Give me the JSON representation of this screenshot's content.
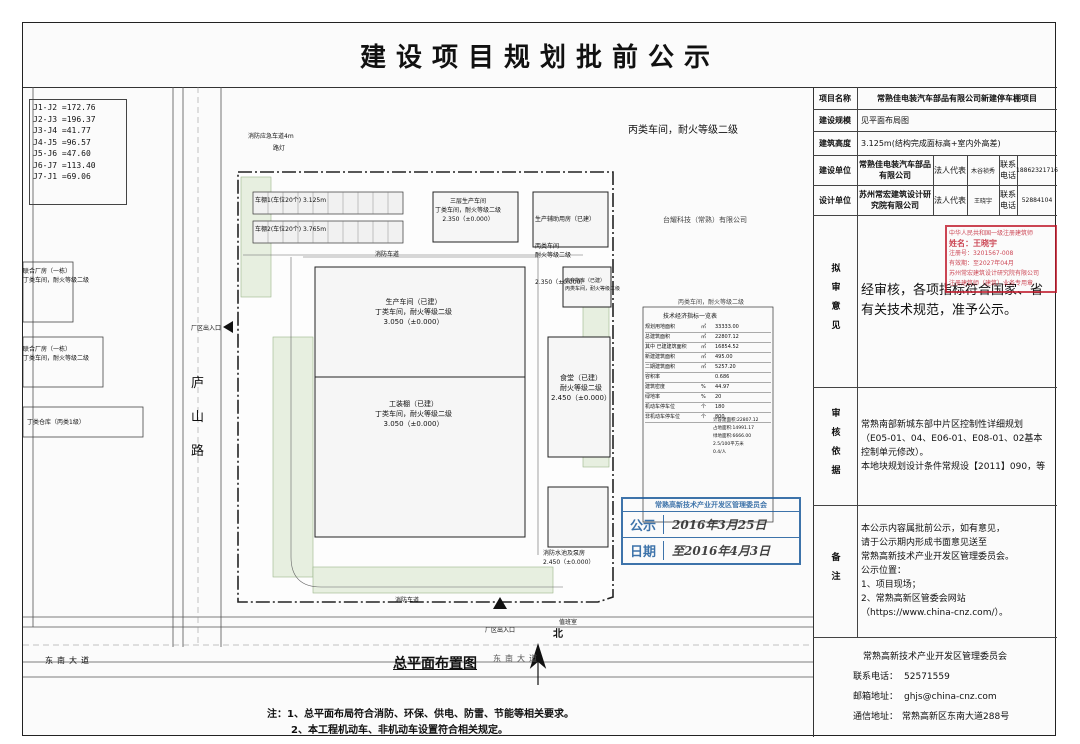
{
  "title": "建设项目规划批前公示",
  "coords": {
    "lines": [
      "J1-J2 =172.76",
      "J2-J3 =196.37",
      "J3-J4 =41.77",
      "J4-J5 =96.57",
      "J5-J6 =47.60",
      "J6-J7 =113.40",
      "J7-J1 =69.06"
    ]
  },
  "plan": {
    "heading": "总平面布置图",
    "north": "北",
    "road_west": "庐山路",
    "road_south": "东南大道",
    "road_south_label": "东南大道",
    "neighbor_top": "丙类车间，耐火等级二级",
    "neighbor_right": "台耀科技（常熟）有限公司",
    "neighbor_right2": "丙类车间，耐火等级二级",
    "neighbor_left1": "联合厂房（一栋）\n丁类车间，耐火等级二级",
    "neighbor_left2": "联合厂房（一栋）\n丁类车间，耐火等级二级",
    "neighbor_left3": "丁类仓库（丙类1级）",
    "gate_west": "厂区出入口",
    "gate_south": "厂区出入口",
    "gate_south2": "值班室",
    "buildings": [
      {
        "name": "生产车间（已建）",
        "sub": "丁类车间，耐火等级二级",
        "elev": "3.050（±0.000）"
      },
      {
        "name": "工装棚（已建）",
        "sub": "丁类车间，耐火等级二级",
        "elev": "3.050（±0.000）"
      },
      {
        "name": "食堂（已建）",
        "sub": "耐火等级二级",
        "elev": "2.450（±0.000）"
      },
      {
        "name": "三层生产车间",
        "sub": "丁类车间，耐火等级二级",
        "elev": "2.350（±0.000）"
      },
      {
        "name": "生产辅助用房（已建）",
        "sub": "丙类车间\n耐火等级二级",
        "elev": "2.350（±0.000）"
      },
      {
        "name": "废弃物库（已建）",
        "sub": "丙类车间，耐火等级二级",
        "elev": ""
      },
      {
        "name": "消防水池及泵房",
        "sub": "",
        "elev": "2.450（±0.000）"
      }
    ],
    "carports": [
      "车棚1(车位20个) 3.125m",
      "车棚2(车位20个) 3.765m"
    ],
    "road_label": "消防车道",
    "fire_road_label_bottom": "消防车道",
    "road_cutout": "消防应急车道4m",
    "guard_label": "路灯",
    "tech_table": {
      "title": "技术经济指标一览表",
      "rows": [
        [
          "规划用地面积",
          "㎡",
          "33333.00"
        ],
        [
          "总建筑面积",
          "㎡",
          "22807.12"
        ],
        [
          "其中  已建建筑面积",
          "㎡",
          "16854.52"
        ],
        [
          "新建建筑面积",
          "㎡",
          "495.00"
        ],
        [
          "二期建筑面积",
          "㎡",
          "5257.20"
        ],
        [
          "容积率",
          "",
          "0.686"
        ],
        [
          "建筑密度",
          "%",
          "44.97"
        ],
        [
          "绿地率",
          "%",
          "20"
        ],
        [
          "机动车停车位",
          "个",
          "180"
        ],
        [
          "非机动车停车位",
          "个",
          "800"
        ]
      ],
      "extra": [
        "计容建面积:22807.12",
        "占地面积:14991.17",
        "绿地面积:6666.00",
        "2.5/100平方米",
        "0.4/人"
      ]
    },
    "notes": {
      "head": "注：",
      "line1": "1、总平面布局符合消防、环保、供电、防雷、节能等相关要求。",
      "line2": "2、本工程机动车、非机动车设置符合相关规定。"
    },
    "blue_stamp": {
      "header": "常熟高新技术产业开发区管理委员会",
      "line1_label": "公示",
      "line1": "2016年3月25日",
      "line2_label": "日期",
      "line2": "至2016年4月3日"
    },
    "red_stamp": {
      "line1": "中华人民共和国一级注册建筑师",
      "line2": "姓名：王晓宇",
      "line3": "注册号：3201567-008",
      "line4": "有效期：至2027年04月",
      "line5": "苏州常宏建筑设计研究院有限公司",
      "line6": "注册建筑师（建筑）业务专用章"
    }
  },
  "table": {
    "project_label": "项目名称",
    "project_value": "常熟佳电装汽车部品有限公司新建停车棚项目",
    "scale_label": "建设规模",
    "scale_value": "见平面布局图",
    "height_label": "建筑高度",
    "height_value": "3.125m(结构完成面标高+室内外高差)",
    "builder_label": "建设单位",
    "builder_value": "常熟佳电装汽车部品有限公司",
    "rep_label": "法人代表",
    "rep_value": "木谷祯秀",
    "contact_label": "联系电话",
    "contact_value": "18862321716",
    "designer_label": "设计单位",
    "designer_value": "苏州常宏建筑设计研究院有限公司",
    "rep2_value": "王晓宇",
    "contact2_value": "52884104",
    "opinion_label": "拟审意见",
    "opinion_value": "经审核，各项指标符合国家、省有关技术规范，准予公示。",
    "basis_label": "审核依据",
    "basis_lines": [
      "常熟南部新城东部中片区控制性详细规划",
      "（E05-01、04、E06-01、E08-01、02基本",
      "控制单元修改）。",
      "本地块规划设计条件常规设【2011】090，等"
    ],
    "remark_label": "备注",
    "remark_lines": [
      "本公示内容属批前公示，如有意见，",
      "请于公示期内形成书面意见送至",
      "常熟高新技术产业开发区管理委员会。",
      "公示位置：",
      "1、项目现场；",
      "2、常熟高新区管委会网站",
      "（https://www.china-cnz.com/）。"
    ],
    "footer_org": "常熟高新技术产业开发区管理委员会",
    "footer_phone_label": "联系电话：",
    "footer_phone": "52571559",
    "footer_email_label": "邮箱地址：",
    "footer_email": "ghjs@china-cnz.com",
    "footer_addr_label": "通信地址：",
    "footer_addr": "常熟高新区东南大道288号"
  },
  "colors": {
    "green": "#4a7a2a",
    "blue_stamp": "#1d5c9c",
    "red_stamp": "#c0182a"
  }
}
